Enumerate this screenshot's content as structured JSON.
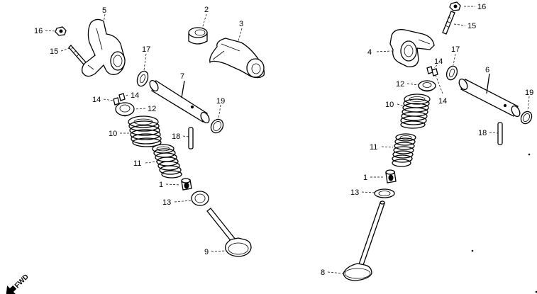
{
  "callouts": {
    "left": {
      "c16": "16",
      "c15": "15",
      "c5": "5",
      "c2": "2",
      "c3": "3",
      "c17": "17",
      "c7": "7",
      "c14a": "14",
      "c14b": "14",
      "c12": "12",
      "c19": "19",
      "c10": "10",
      "c18": "18",
      "c11": "11",
      "c1": "1",
      "c13": "13",
      "c9": "9"
    },
    "right": {
      "c16": "16",
      "c15": "15",
      "c4": "4",
      "c17": "17",
      "c14a": "14",
      "c6": "6",
      "c12": "12",
      "c14b": "14",
      "c19": "19",
      "c10": "10",
      "c18": "18",
      "c11": "11",
      "c1": "1",
      "c13": "13",
      "c8": "8"
    }
  },
  "direction_marker": {
    "label": "FWD"
  }
}
